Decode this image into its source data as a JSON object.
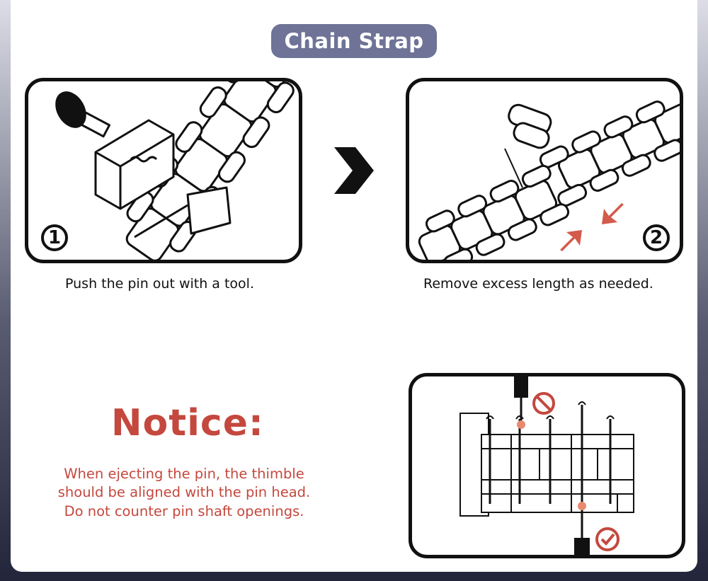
{
  "header": {
    "title": "Chain Strap"
  },
  "steps": [
    {
      "number": "1",
      "caption": "Push the pin out with a tool."
    },
    {
      "number": "2",
      "caption": "Remove excess length as needed."
    }
  ],
  "notice": {
    "title": "Notice:",
    "lines": [
      "When ejecting the pin, the thimble",
      "should be aligned with the pin head.",
      "Do not counter pin shaft openings."
    ]
  },
  "colors": {
    "accent": "#c4483e",
    "pill": "#6e7397",
    "arrow": "#d45a4c",
    "ok": "#c4483e"
  },
  "icons": [
    "next-arrow-icon",
    "no-sign-icon",
    "check-icon"
  ]
}
